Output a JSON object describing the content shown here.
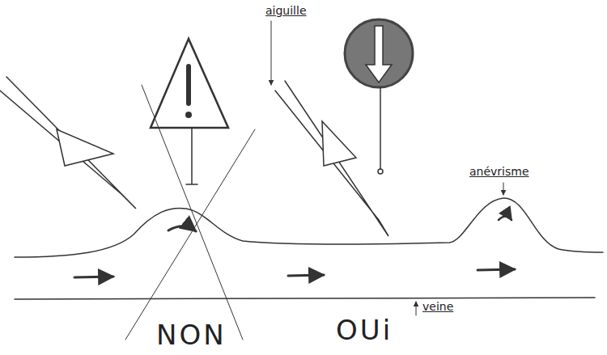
{
  "diagram": {
    "labels": [
      "aiguille",
      "anévrisme",
      "veine",
      "NON",
      "OUi"
    ]
  }
}
